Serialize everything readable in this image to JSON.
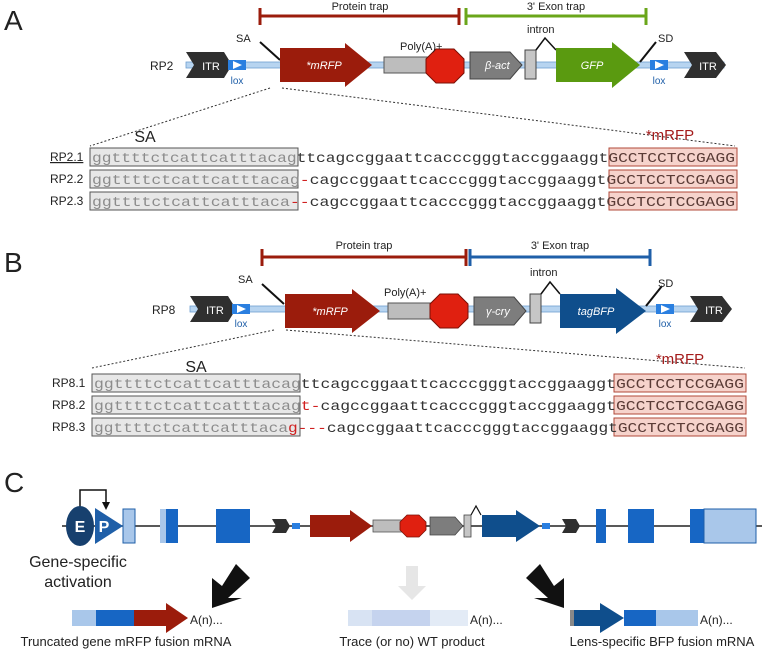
{
  "panels": {
    "a": {
      "letter": "A",
      "construct": "RP2",
      "protein_trap": "Protein trap",
      "exon_trap": "3' Exon trap",
      "sa": "SA",
      "sd": "SD",
      "itr": "ITR",
      "lox": "lox",
      "mrfp": "*mRFP",
      "polya": "Poly(A)+",
      "promoter": "β-act",
      "intron": "intron",
      "reporter": "GFP",
      "seq_sa": "SA",
      "seq_mrfp": "*mRFP",
      "rows": [
        {
          "name": "RP2.1",
          "sa": "ggttttctcattcatttacag",
          "del": "",
          "mid": "ttcagccggaattcacccgggtaccggaaggt",
          "rfp": "GCCTCCTCCGAGG"
        },
        {
          "name": "RP2.2",
          "sa": "ggttttctcattcatttacag",
          "del": "-",
          "mid": "cagccggaattcacccgggtaccggaaggt",
          "rfp": "GCCTCCTCCGAGG"
        },
        {
          "name": "RP2.3",
          "sa": "ggttttctcattcatttaca",
          "del": "--",
          "mid": "cagccggaattcacccgggtaccggaaggt",
          "rfp": "GCCTCCTCCGAGG"
        }
      ]
    },
    "b": {
      "letter": "B",
      "construct": "RP8",
      "protein_trap": "Protein trap",
      "exon_trap": "3' Exon trap",
      "sa": "SA",
      "sd": "SD",
      "itr": "ITR",
      "lox": "lox",
      "mrfp": "*mRFP",
      "polya": "Poly(A)+",
      "promoter": "γ-cry",
      "intron": "intron",
      "reporter": "tagBFP",
      "seq_sa": "SA",
      "seq_mrfp": "*mRFP",
      "rows": [
        {
          "name": "RP8.1",
          "sa": "ggttttctcattcatttacag",
          "del": "",
          "mid": "ttcagccggaattcacccgggtaccggaaggt",
          "rfp": "GCCTCCTCCGAGG"
        },
        {
          "name": "RP8.2",
          "sa": "ggttttctcattcatttacag",
          "del": "t-",
          "mid": "cagccggaattcacccgggtaccggaaggt",
          "rfp": "GCCTCCTCCGAGG"
        },
        {
          "name": "RP8.3",
          "sa": "ggttttctcattcatttaca",
          "del": "g---",
          "mid": "cagccggaattcacccgggtaccggaaggt",
          "rfp": "GCCTCCTCCGAGG"
        }
      ]
    },
    "c": {
      "letter": "C",
      "enhancer": "E",
      "promoter": "P",
      "activation_line1": "Gene-specific",
      "activation_line2": "activation",
      "polya_tail": "A(n)...",
      "product_left": "Truncated gene mRFP fusion mRNA",
      "product_middle": "Trace (or no) WT product",
      "product_right": "Lens-specific BFP fusion mRNA"
    }
  },
  "colors": {
    "mrfp": "#9b1c0c",
    "polya": "#e02010",
    "gfp": "#5a9a10",
    "bfp": "#0f4e8c",
    "exon_blue": "#1766c4",
    "exon_light": "#a9c7ea",
    "itr": "#2f2f2f",
    "lox": "#2a7fe0",
    "backbone": "#b7d4f0",
    "sa_box": "#e7e7e7",
    "rfp_box": "#f6d3cc",
    "trap_red": "#9b1c0c",
    "trap_green": "#6aa61a",
    "trap_blue": "#1f5fa8"
  }
}
